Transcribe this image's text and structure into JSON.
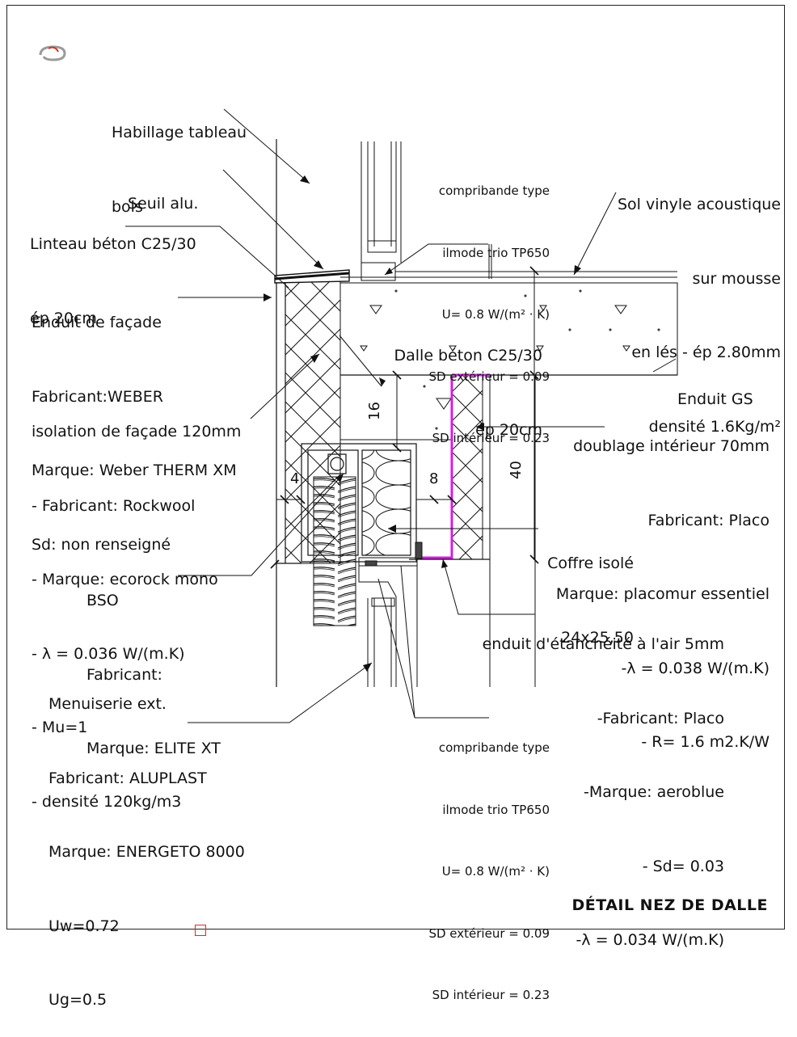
{
  "title": "DÉTAIL NEZ DE DALLE",
  "labels": {
    "habillage": [
      "Habillage tableau",
      "bois"
    ],
    "seuil": [
      "Seuil alu."
    ],
    "linteau": [
      "Linteau béton C25/30",
      "ép 20cm"
    ],
    "enduit_facade": [
      "Enduit de façade",
      "Fabricant:WEBER",
      "Marque: Weber THERM XM",
      "Sd: non renseigné"
    ],
    "isolation": [
      "isolation de façade 120mm",
      "- Fabricant: Rockwool",
      "- Marque: ecorock mono",
      "- λ = 0.036 W/(m.K)",
      "- Mu=1",
      "- densité 120kg/m3"
    ],
    "bso": [
      "BSO",
      "Fabricant:",
      "Marque: ELITE XT"
    ],
    "menuiserie": [
      "Menuiserie ext.",
      "Fabricant: ALUPLAST",
      "Marque: ENERGETO 8000",
      "Uw=0.72",
      "Ug=0.5"
    ],
    "compribande_top": [
      "compribande type",
      "ilmode trio TP650",
      "U= 0.8 W/(m² · K)",
      "SD extérieur = 0.09",
      "SD intérieur = 0.23"
    ],
    "compribande_bottom": [
      "compribande type",
      "ilmode trio TP650",
      "U= 0.8 W/(m² · K)",
      "SD extérieur = 0.09",
      "SD intérieur = 0.23"
    ],
    "sol_vinyle": [
      "Sol vinyle acoustique",
      "sur mousse",
      "en lés - ép 2.80mm",
      "densité 1.6Kg/m²"
    ],
    "dalle": [
      "Dalle béton C25/30",
      "ép 20cm"
    ],
    "enduit_gs": [
      "Enduit GS"
    ],
    "doublage": [
      "doublage intérieur 70mm",
      "Fabricant: Placo",
      "Marque: placomur essentiel",
      "-λ = 0.038 W/(m.K)",
      "- R= 1.6 m2.K/W"
    ],
    "coffre": [
      "Coffre isolé",
      "24x25,50"
    ],
    "enduit_etancheite": [
      "enduit d'étanchéité à l'air 5mm",
      "-Fabricant: Placo",
      "-Marque: aeroblue",
      "- Sd= 0.03",
      "-λ = 0.034 W/(m.K)"
    ]
  },
  "dimensions": {
    "d16": "16",
    "d4": "4",
    "d8": "8",
    "d40": "40"
  },
  "colors": {
    "airtight_membrane": "#d21fe0",
    "line": "#111111",
    "icon": "#c0392b"
  },
  "icons": {
    "top_left": "cursor-snap-icon",
    "bottom_marker": "sheet-marker-icon"
  }
}
